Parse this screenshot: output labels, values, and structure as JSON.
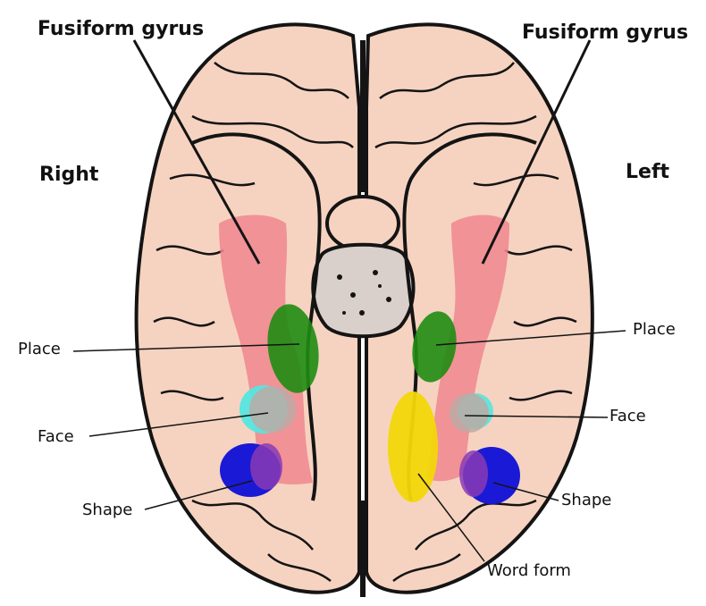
{
  "labels": {
    "fusiform_right": "Fusiform gyrus",
    "fusiform_left": "Fusiform gyrus",
    "side_right": "Right",
    "side_left": "Left",
    "place_right": "Place",
    "face_right": "Face",
    "shape_right": "Shape",
    "place_left": "Place",
    "face_left": "Face",
    "shape_left": "Shape",
    "word_form": "Word form"
  },
  "colors": {
    "brain_fill": "#f6d3c0",
    "outline": "#141414",
    "fusiform": "#f0868f",
    "place": "#1f8c12",
    "face_cyan": "#55e6e0",
    "face_gray": "#bcaaa5",
    "shape": "#1a1ad6",
    "shape_purple": "#8a3bb5",
    "word_form": "#f2d70a"
  }
}
